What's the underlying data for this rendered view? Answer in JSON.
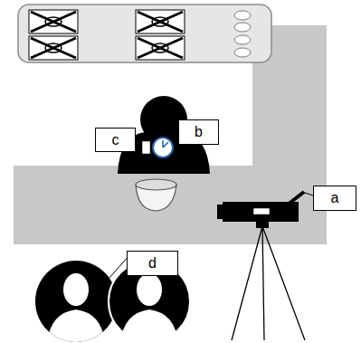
{
  "diagram": {
    "nodes": [
      {
        "text": [
          "c"
        ]
      },
      {
        "text": [
          "b"
        ]
      },
      {
        "text": [
          "a"
        ]
      },
      {
        "text": [
          "d"
        ]
      }
    ]
  }
}
